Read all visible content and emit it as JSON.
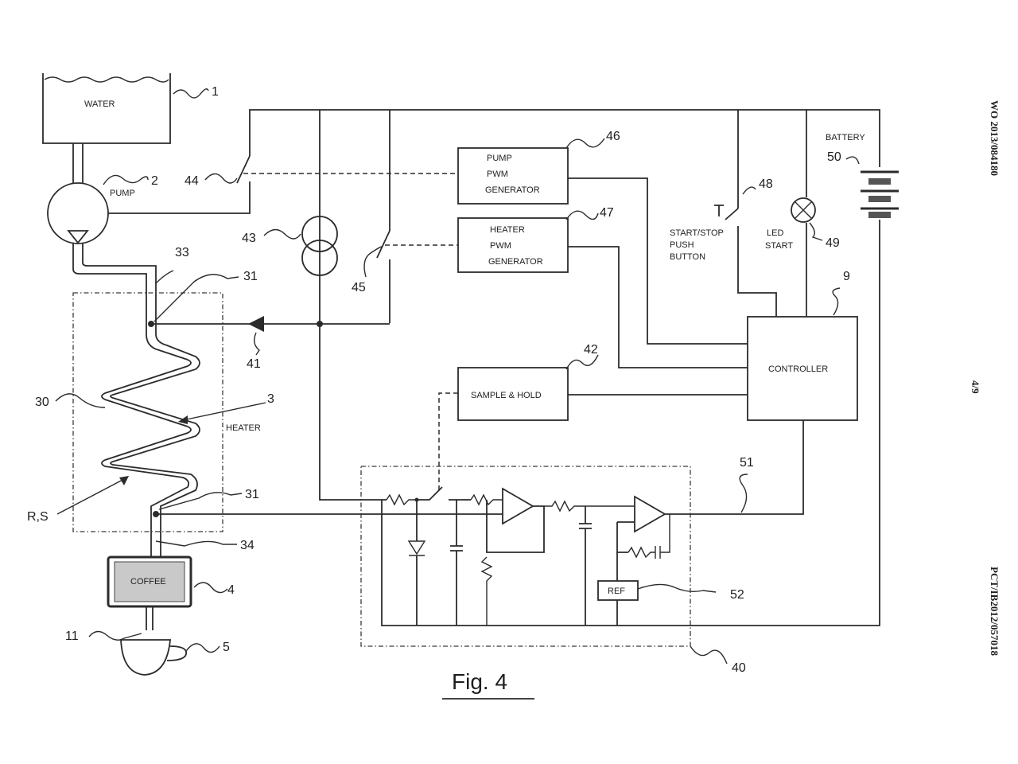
{
  "side_text": {
    "publication_number": "WO 2013/084180",
    "sheet": "4/9",
    "application_number": "PCT/IB2012/057018"
  },
  "labels": {
    "water": "WATER",
    "pump": "PUMP",
    "heater": "HEATER",
    "coffee": "COFFEE",
    "rs": "R,S",
    "pump_pwm": [
      "PUMP",
      "PWM",
      "GENERATOR"
    ],
    "heater_pwm": [
      "HEATER",
      "PWM",
      "GENERATOR"
    ],
    "sample_hold": "SAMPLE & HOLD",
    "controller": "CONTROLLER",
    "battery": "BATTERY",
    "start_stop": [
      "START/STOP",
      "PUSH",
      "BUTTON"
    ],
    "led": [
      "LED",
      "START"
    ],
    "ref": "REF",
    "figure_caption": "Fig. 4"
  },
  "reference_numerals": {
    "n1": "1",
    "n2": "2",
    "n3": "3",
    "n4": "4",
    "n5": "5",
    "n9": "9",
    "n11": "11",
    "n30": "30",
    "n31a": "31",
    "n31b": "31",
    "n33": "33",
    "n34": "34",
    "n40": "40",
    "n41": "41",
    "n42": "42",
    "n43": "43",
    "n44": "44",
    "n45": "45",
    "n46": "46",
    "n47": "47",
    "n48": "48",
    "n49": "49",
    "n50": "50",
    "n51": "51",
    "n52": "52"
  }
}
